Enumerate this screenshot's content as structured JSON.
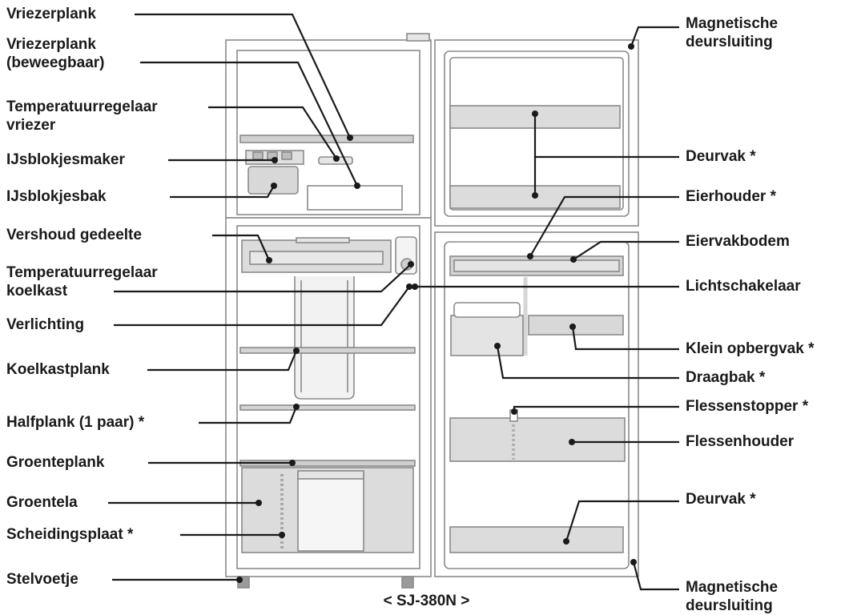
{
  "left_labels": {
    "freezer_shelf": "Vriezerplank",
    "freezer_shelf_movable_1": "Vriezerplank",
    "freezer_shelf_movable_2": "(beweegbaar)",
    "freezer_temp_control_1": "Temperatuurregelaar",
    "freezer_temp_control_2": "vriezer",
    "ice_maker": "IJsblokjesmaker",
    "ice_bin": "IJsblokjesbak",
    "fresh_compartment": "Vershoud gedeelte",
    "fridge_temp_control_1": "Temperatuurregelaar",
    "fridge_temp_control_2": "koelkast",
    "lighting": "Verlichting",
    "fridge_shelf": "Koelkastplank",
    "half_shelf": "Halfplank (1 paar) *",
    "vegetable_shelf": "Groenteplank",
    "vegetable_drawer": "Groentela",
    "divider": "Scheidingsplaat *",
    "leveling_foot": "Stelvoetje"
  },
  "right_labels": {
    "magnetic_seal_top_1": "Magnetische",
    "magnetic_seal_top_2": "deursluiting",
    "door_pocket_top": "Deurvak *",
    "egg_holder": "Eierhouder *",
    "egg_tray_base": "Eiervakbodem",
    "light_switch": "Lichtschakelaar",
    "small_storage": "Klein opbergvak *",
    "carrying_tray": "Draagbak *",
    "bottle_stopper": "Flessenstopper *",
    "bottle_holder": "Flessenhouder",
    "door_pocket_bottom": "Deurvak *",
    "magnetic_seal_bottom_1": "Magnetische",
    "magnetic_seal_bottom_2": "deursluiting"
  },
  "caption": "< SJ-380N >",
  "colors": {
    "line": "#1a1a1a",
    "outline": "#8a8a8a",
    "fill": "#dcdcdc",
    "light_fill": "#efefef"
  }
}
